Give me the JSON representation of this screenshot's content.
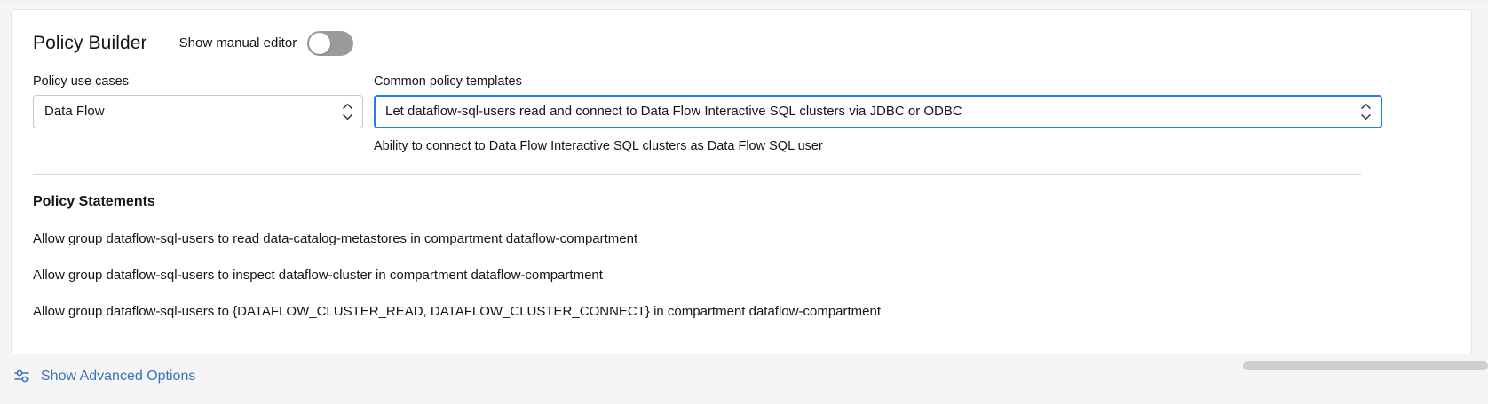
{
  "panel": {
    "title": "Policy Builder",
    "manual_editor_label": "Show manual editor",
    "manual_editor_state": "off"
  },
  "fields": {
    "use_cases": {
      "label": "Policy use cases",
      "value": "Data Flow",
      "icon": "stepper-chevrons-icon"
    },
    "templates": {
      "label": "Common policy templates",
      "value": "Let dataflow-sql-users read and connect to Data Flow Interactive SQL clusters via JDBC or ODBC",
      "helper": "Ability to connect to Data Flow Interactive SQL clusters as Data Flow SQL user",
      "icon": "stepper-chevrons-icon",
      "focused": true
    }
  },
  "statements": {
    "title": "Policy Statements",
    "items": [
      "Allow group dataflow-sql-users to read data-catalog-metastores in compartment dataflow-compartment",
      "Allow group dataflow-sql-users to inspect dataflow-cluster in compartment dataflow-compartment",
      "Allow group dataflow-sql-users to {DATAFLOW_CLUSTER_READ, DATAFLOW_CLUSTER_CONNECT} in compartment dataflow-compartment"
    ]
  },
  "advanced": {
    "label": "Show Advanced Options",
    "icon": "tune-sliders-icon"
  },
  "colors": {
    "accent_focus_border": "#2979ef",
    "link": "#3a73b8",
    "toggle_track_off": "#9b9b9b",
    "card_background": "#ffffff",
    "page_background": "#f5f5f5",
    "text": "#161512"
  }
}
